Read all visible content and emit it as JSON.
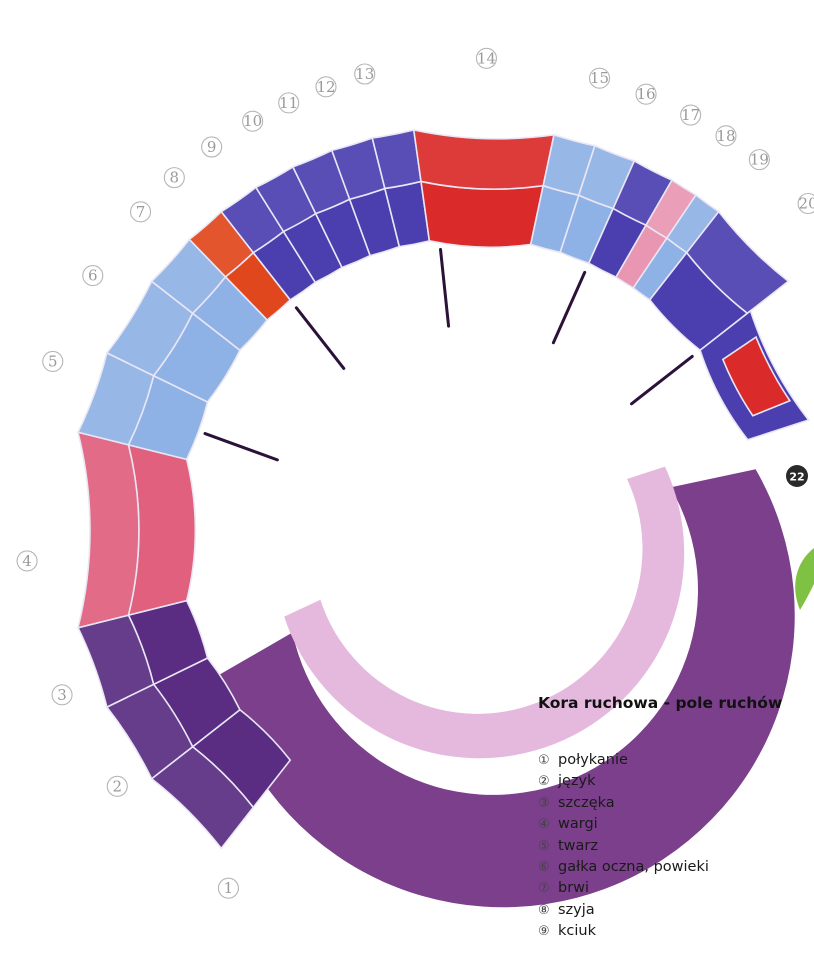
{
  "legend": {
    "title": "Kora ruchowa - pole ruchów",
    "items": [
      {
        "marker": "①",
        "label": "połykanie"
      },
      {
        "marker": "②",
        "label": "język"
      },
      {
        "marker": "③",
        "label": "szczęka"
      },
      {
        "marker": "④",
        "label": "wargi"
      },
      {
        "marker": "⑤",
        "label": "twarz"
      },
      {
        "marker": "⑥",
        "label": "gałka oczna, powieki"
      },
      {
        "marker": "⑦",
        "label": "brwi"
      },
      {
        "marker": "⑧",
        "label": "szyja"
      },
      {
        "marker": "⑨",
        "label": "kciuk"
      }
    ]
  },
  "region_numbers": [
    "1",
    "2",
    "3",
    "4",
    "5",
    "6",
    "7",
    "8",
    "9",
    "10",
    "11",
    "12",
    "13",
    "14",
    "15",
    "16",
    "17",
    "18",
    "19",
    "20"
  ],
  "dark_badge": "22",
  "colors": {
    "dark_purple": "#5a2d82",
    "indigo": "#4b3fb0",
    "light_blue": "#8fb2e6",
    "pink": "#e0607e",
    "light_pink": "#e996b2",
    "red": "#db2a2a",
    "orange_red": "#e0471c",
    "cortex_purple": "#7b3f8c",
    "cortex_light": "#e5b8dd",
    "leaf_green": "#7fc142"
  }
}
